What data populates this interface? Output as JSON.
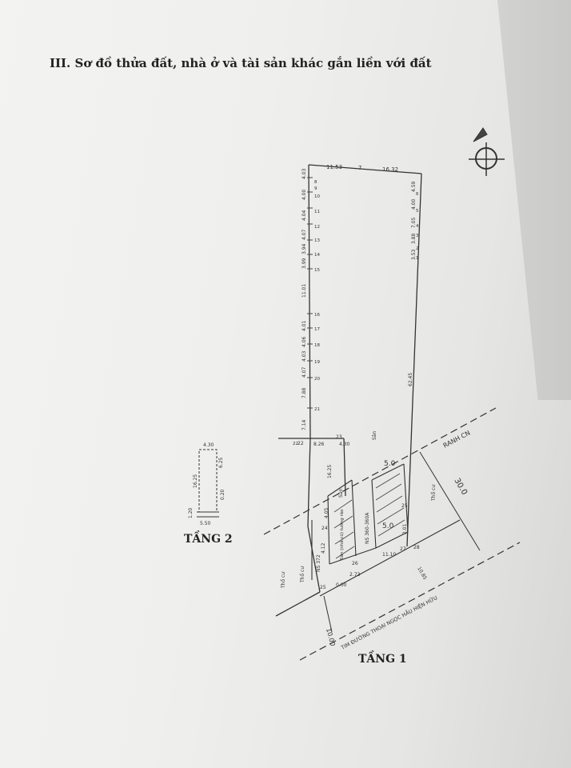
{
  "section_title": "III. Sơ đồ thửa đất, nhà ở và tài sản khác gắn liền với đất",
  "floor2": {
    "label": "TẦNG 2",
    "dims": [
      "4.30",
      "16.25",
      "6.25",
      "1.20",
      "5.50",
      "0.20"
    ]
  },
  "floor1": {
    "label": "TẦNG 1",
    "top_dims": [
      "11.53",
      "7",
      "16.32"
    ],
    "left_dims": [
      "4.03",
      "4.00",
      "4.04",
      "4.07",
      "3.94",
      "3.99",
      "11.01",
      "4.01",
      "4.06",
      "4.03",
      "4.07",
      "7.88",
      "7.14"
    ],
    "left_points": [
      "8",
      "9",
      "10",
      "11",
      "12",
      "13",
      "14",
      "15",
      "16",
      "17",
      "18",
      "19",
      "20",
      "21",
      "22"
    ],
    "right_dims": [
      "4.59",
      "4.00",
      "7.05",
      "3.88",
      "3.53",
      "62.45"
    ],
    "right_points": [
      "6",
      "5",
      "4",
      "3",
      "2",
      "1"
    ],
    "lower_dims": [
      "8.26",
      "4.30",
      "16.25",
      "22",
      "23",
      "4.12",
      "4.05",
      "25",
      "24",
      "26",
      "0.00",
      "2.73",
      "11.10",
      "27",
      "28",
      "10.85",
      "2.01",
      "25"
    ],
    "road_dims": [
      "10.00",
      "30.0",
      "5.0",
      "5.0"
    ],
    "labels": {
      "canal": "RANH CN",
      "road": "TIM ĐƯỜNG THOẠI NGỌC HẦU HIỆN HỮU",
      "house_a": "NS 372",
      "house_b": "NS 360-360A",
      "thocu_1": "Thổ cư",
      "thocu_2": "Thổ cư",
      "thocu_3": "Thổ cư",
      "san": "Sân",
      "fence": "Sân (nhà cũ) tường rào",
      "stairs": "Sân"
    }
  }
}
